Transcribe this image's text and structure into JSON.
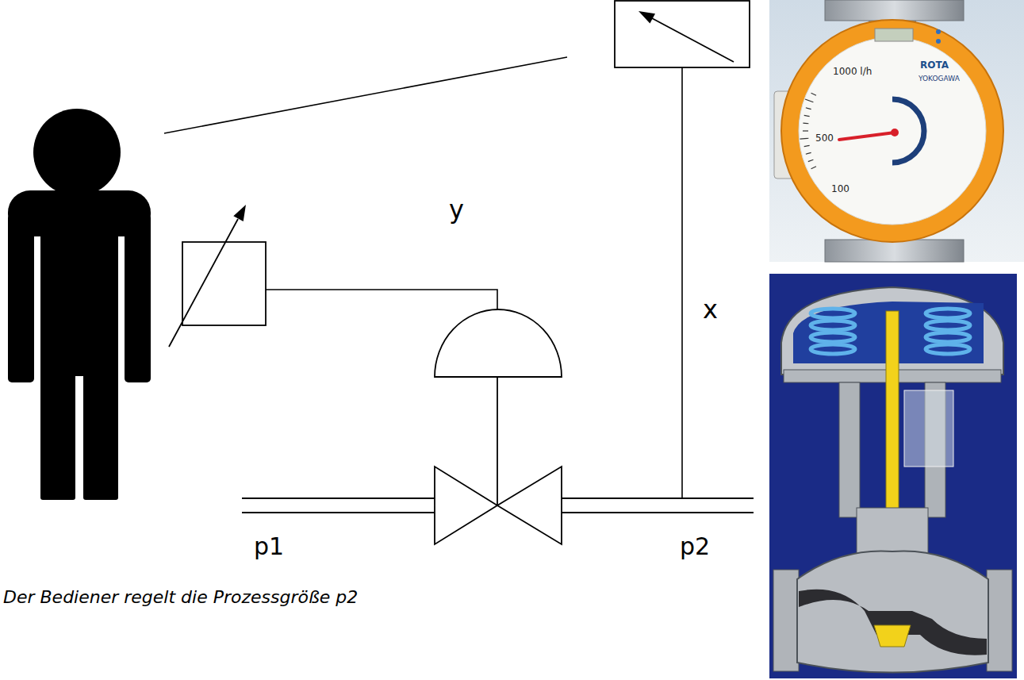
{
  "diagram": {
    "caption": "Der Bediener regelt die Prozessgröße p2",
    "labels": [
      "y",
      "x",
      "p1",
      "p2",
      "1000 l/h",
      "500",
      "100",
      "ROTA",
      "YOKOGAWA"
    ]
  }
}
